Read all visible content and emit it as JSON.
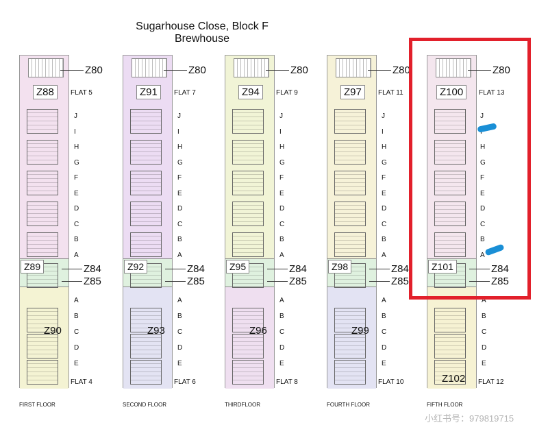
{
  "title_line1": "Sugarhouse Close, Block F",
  "title_line2": "Brewhouse",
  "columns": [
    {
      "floor": "FIRST FLOOR",
      "upper_zone": "Z88",
      "upper_flat": "FLAT 5",
      "mid_zone": "Z89",
      "lower_zone": "Z90",
      "lower_flat": "FLAT 4",
      "tint": "#f3e1ef",
      "lower_tint": "#f4f3d3"
    },
    {
      "floor": "SECOND FLOOR",
      "upper_zone": "Z91",
      "upper_flat": "FLAT 7",
      "mid_zone": "Z92",
      "lower_zone": "Z93",
      "lower_flat": "FLAT 6",
      "tint": "#ecdcf3",
      "lower_tint": "#e3e3f3"
    },
    {
      "floor": "THIRDFLOOR",
      "upper_zone": "Z94",
      "upper_flat": "FLAT 9",
      "mid_zone": "Z95",
      "lower_zone": "Z96",
      "lower_flat": "FLAT 8",
      "tint": "#f1f4d6",
      "lower_tint": "#efdff0"
    },
    {
      "floor": "FOURTH FLOOR",
      "upper_zone": "Z97",
      "upper_flat": "FLAT 11",
      "mid_zone": "Z98",
      "lower_zone": "Z99",
      "lower_flat": "FLAT 10",
      "tint": "#f6f2d8",
      "lower_tint": "#e3e3f3"
    },
    {
      "floor": "FIFTH FLOOR",
      "upper_zone": "Z100",
      "upper_flat": "FLAT 13",
      "mid_zone": "Z101",
      "lower_zone": "Z102",
      "lower_flat": "FLAT 12",
      "tint": "#f4e6ee",
      "lower_tint": "#f6f2d3"
    }
  ],
  "common_labels": {
    "top": "Z80",
    "mid1": "Z84",
    "mid2": "Z85"
  },
  "upper_letters": [
    "J",
    "I",
    "H",
    "G",
    "F",
    "E",
    "D",
    "C",
    "B",
    "A"
  ],
  "lower_letters": [
    "A",
    "B",
    "C",
    "D",
    "E"
  ],
  "highlight_color": "#e2202b",
  "watermark": "小红书号：979819715"
}
